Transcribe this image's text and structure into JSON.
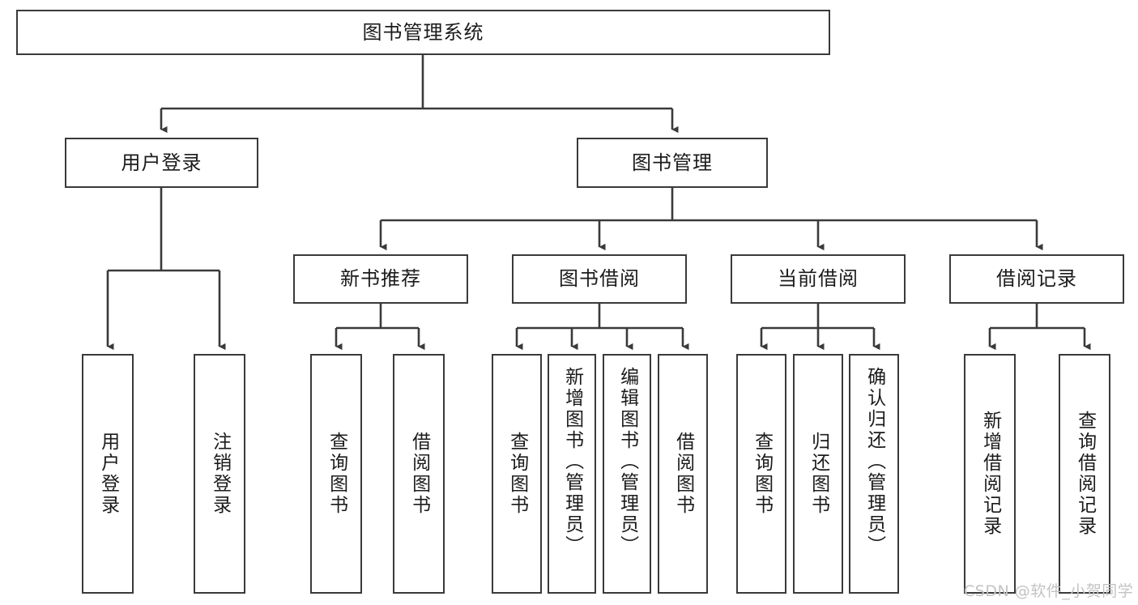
{
  "diagram": {
    "title": "图书管理系统",
    "type": "tree-hierarchy-chart",
    "line_color": "#3a3a3c",
    "box_fill": "#ffffff",
    "text_color": "#1b1b1b"
  },
  "root": {
    "label": "图书管理系统"
  },
  "level1": [
    {
      "label": "用户登录"
    },
    {
      "label": "图书管理"
    }
  ],
  "level2": [
    {
      "label": "新书推荐"
    },
    {
      "label": "图书借阅"
    },
    {
      "label": "当前借阅"
    },
    {
      "label": "借阅记录"
    }
  ],
  "leaves": {
    "user_login": [
      {
        "label": "用户登录"
      },
      {
        "label": "注销登录"
      }
    ],
    "new_book_recommend": [
      {
        "label": "查询图书"
      },
      {
        "label": "借阅图书"
      }
    ],
    "book_borrow": [
      {
        "label": "查询图书"
      },
      {
        "label": "新增图书（管理员）"
      },
      {
        "label": "编辑图书（管理员）"
      },
      {
        "label": "借阅图书"
      }
    ],
    "current_borrow": [
      {
        "label": "查询图书"
      },
      {
        "label": "归还图书"
      },
      {
        "label": "确认归还（管理员）"
      }
    ],
    "borrow_record": [
      {
        "label": "新增借阅记录"
      },
      {
        "label": "查询借阅记录"
      }
    ]
  },
  "watermark": {
    "text": "CSDN @软件_小贺同学"
  }
}
